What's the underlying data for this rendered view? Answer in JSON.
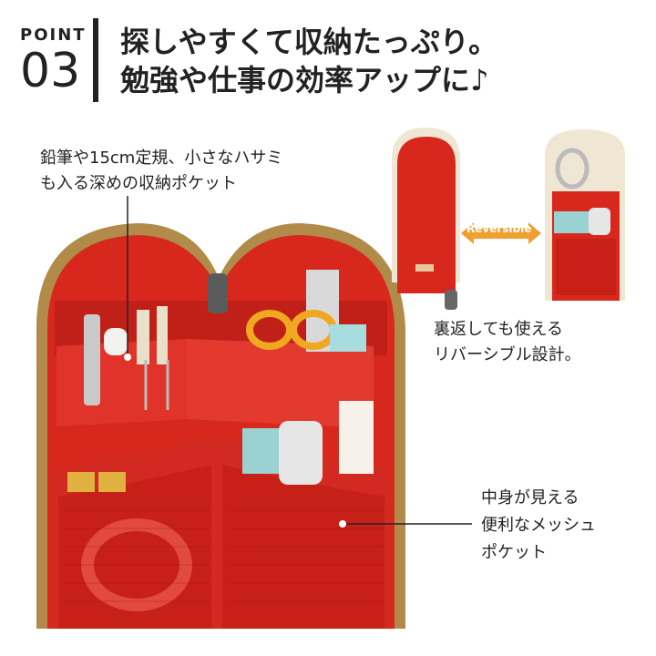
{
  "point": {
    "label": "POINT",
    "number": "03"
  },
  "headline": {
    "line1": "探しやすくて収納たっぷり。",
    "line2": "勉強や仕事の効率アップに♪"
  },
  "captions": {
    "pocket_line1": "鉛筆や15cm定規、小さなハサミ",
    "pocket_line2": "も入る深めの収納ポケット",
    "reversible_line1": "裏返しても使える",
    "reversible_line2": "リバーシブル設計。",
    "mesh_line1": "中身が見える",
    "mesh_line2": "便利なメッシュ",
    "mesh_line3": "ポケット"
  },
  "badge": {
    "reversible": "Reversible"
  },
  "colors": {
    "pouch_red": "#d8281e",
    "pouch_dark_red": "#a81a14",
    "zipper_gold": "#b08b4a",
    "cream": "#efe7d4",
    "badge_orange": "#f0a030"
  }
}
